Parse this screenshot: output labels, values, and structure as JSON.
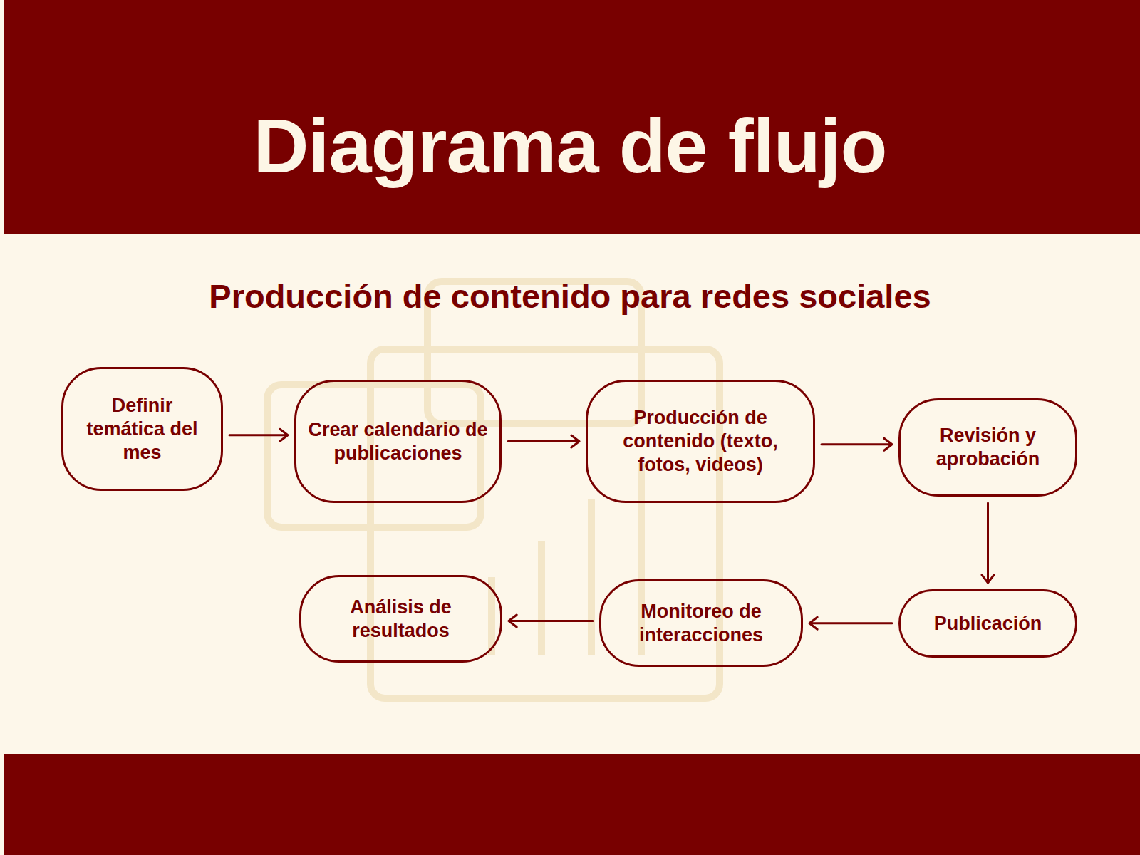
{
  "diagram": {
    "title": "Diagrama de flujo",
    "nodes": [
      {
        "text": [
          "Definir temática del mes"
        ]
      },
      {
        "text": [
          "Crear calendario de publicaciones"
        ]
      },
      {
        "text": [
          "Producción de contenido (texto, fotos, videos)"
        ]
      },
      {
        "text": [
          "Revisión y aprobación"
        ]
      },
      {
        "text": [
          "Publicación"
        ]
      },
      {
        "text": [
          "Monitoreo de interacciones"
        ]
      },
      {
        "text": [
          "Análisis de resultados"
        ]
      }
    ],
    "edges": [
      {
        "from": 0,
        "to": 1,
        "arrow": "to"
      },
      {
        "from": 1,
        "to": 2,
        "arrow": "to"
      },
      {
        "from": 2,
        "to": 3,
        "arrow": "to"
      },
      {
        "from": 3,
        "to": 4,
        "arrow": "to"
      },
      {
        "from": 4,
        "to": 5,
        "arrow": "to"
      },
      {
        "from": 5,
        "to": 6,
        "arrow": "to"
      }
    ],
    "labels": [
      "Producción de contenido para redes sociales"
    ]
  }
}
